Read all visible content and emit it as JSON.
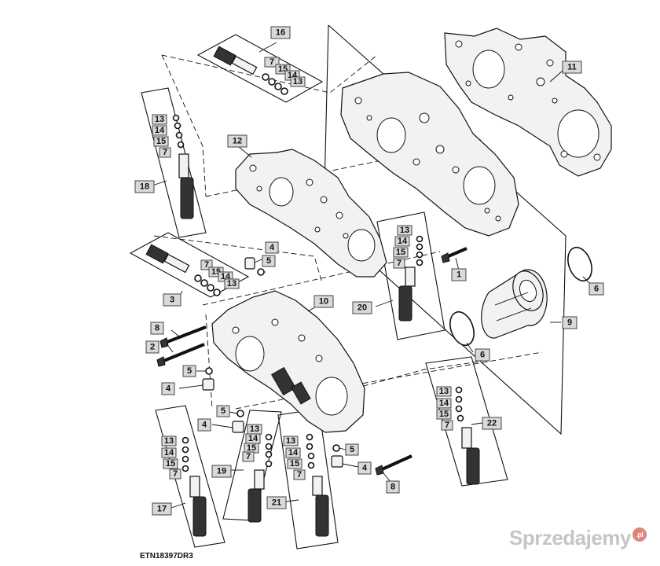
{
  "figure_code": "ETN18397DR3",
  "watermark": {
    "text": "Sprzedajemy",
    "badge": ".pl"
  },
  "callout_labels": {
    "c1": "1",
    "c2": "2",
    "c3": "3",
    "c4a": "4",
    "c4b": "4",
    "c4c": "4",
    "c4d": "4",
    "c5a": "5",
    "c5b": "5",
    "c5c": "5",
    "c5d": "5",
    "c6a": "6",
    "c6b": "6",
    "c7a": "7",
    "c7b": "7",
    "c7c": "7",
    "c7d": "7",
    "c7e": "7",
    "c7f": "7",
    "c7g": "7",
    "c7h": "7",
    "c8a": "8",
    "c8b": "8",
    "c9": "9",
    "c10": "10",
    "c11": "11",
    "c12": "12",
    "c13a": "13",
    "c13b": "13",
    "c13c": "13",
    "c13d": "13",
    "c13e": "13",
    "c13f": "13",
    "c13g": "13",
    "c13h": "13",
    "c14a": "14",
    "c14b": "14",
    "c14c": "14",
    "c14d": "14",
    "c14e": "14",
    "c14f": "14",
    "c14g": "14",
    "c14h": "14",
    "c15a": "15",
    "c15b": "15",
    "c15c": "15",
    "c15d": "15",
    "c15e": "15",
    "c15f": "15",
    "c15g": "15",
    "c15h": "15",
    "c16": "16",
    "c17": "17",
    "c18": "18",
    "c19": "19",
    "c20": "20",
    "c21": "21",
    "c22": "22"
  },
  "colors": {
    "callout_fill": "#d9d9d9",
    "line": "#111111",
    "watermark": "#969696"
  }
}
